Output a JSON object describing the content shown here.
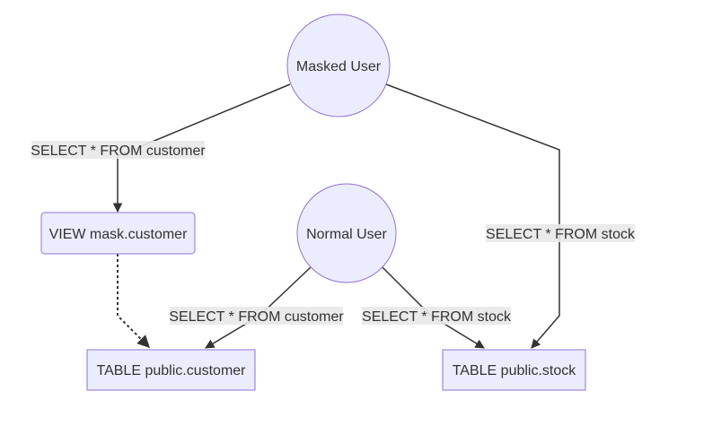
{
  "nodes": {
    "masked_user": "Masked User",
    "normal_user": "Normal User",
    "view_mask_customer": "VIEW mask.customer",
    "table_public_customer": "TABLE public.customer",
    "table_public_stock": "TABLE public.stock"
  },
  "edges": {
    "masked_to_view": "SELECT * FROM customer",
    "masked_to_stock": "SELECT * FROM stock",
    "normal_to_customer": "SELECT * FROM customer",
    "normal_to_stock": "SELECT * FROM stock"
  },
  "colors": {
    "node_fill": "#ECECFF",
    "node_stroke": "#9370DB",
    "edge": "#333333",
    "label_bg": "#E8E8E8"
  }
}
